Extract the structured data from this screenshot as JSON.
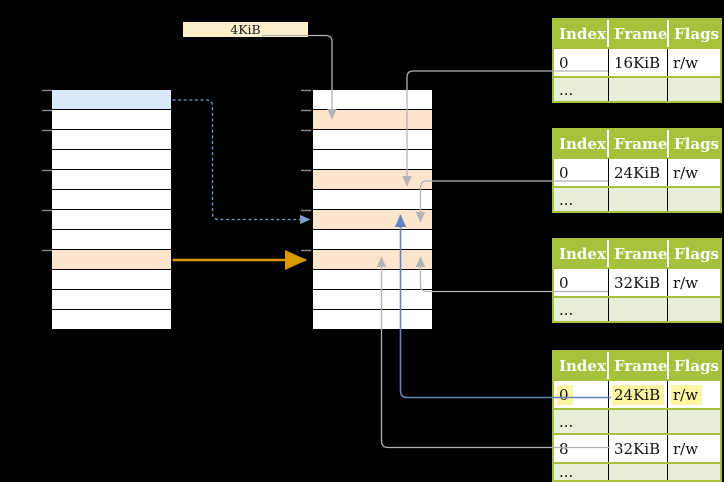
{
  "labels": {
    "page_size": "4KiB"
  },
  "memory_columns": {
    "left": {
      "row_count": 12,
      "highlight_rows": [
        {
          "index": 0,
          "color": "blue"
        },
        {
          "index": 8,
          "color": "orange"
        }
      ]
    },
    "middle": {
      "row_count": 12,
      "highlight_rows": [
        {
          "index": 1,
          "color": "orange"
        },
        {
          "index": 4,
          "color": "orange"
        },
        {
          "index": 6,
          "color": "orange"
        },
        {
          "index": 8,
          "color": "orange"
        }
      ]
    }
  },
  "page_tables": [
    {
      "headers": [
        "Index",
        "Frame",
        "Flags"
      ],
      "rows": [
        {
          "type": "data",
          "cells": [
            "0",
            "16KiB",
            "r/w"
          ]
        },
        {
          "type": "dots",
          "cells": [
            "...",
            "",
            ""
          ]
        }
      ]
    },
    {
      "headers": [
        "Index",
        "Frame",
        "Flags"
      ],
      "rows": [
        {
          "type": "data",
          "cells": [
            "0",
            "24KiB",
            "r/w"
          ]
        },
        {
          "type": "dots",
          "cells": [
            "...",
            "",
            ""
          ]
        }
      ]
    },
    {
      "headers": [
        "Index",
        "Frame",
        "Flags"
      ],
      "rows": [
        {
          "type": "data",
          "cells": [
            "0",
            "32KiB",
            "r/w"
          ]
        },
        {
          "type": "dots",
          "cells": [
            "...",
            "",
            ""
          ]
        }
      ]
    },
    {
      "headers": [
        "Index",
        "Frame",
        "Flags"
      ],
      "rows": [
        {
          "type": "data",
          "highlighted": true,
          "cells": [
            "0",
            "24KiB",
            "r/w"
          ]
        },
        {
          "type": "dots",
          "cells": [
            "...",
            "",
            ""
          ]
        },
        {
          "type": "data",
          "cells": [
            "8",
            "32KiB",
            "r/w"
          ]
        },
        {
          "type": "dots",
          "cells": [
            "...",
            "",
            ""
          ]
        }
      ]
    }
  ],
  "colors": {
    "header_green": "#a6c23c",
    "dots_green": "#e8eed8",
    "row_blue": "#dae8fc",
    "row_orange": "#fce5cd",
    "label_box": "#fbeeca",
    "highlight_yellow": "#fdf6a3",
    "arrow_gray": "#b3b3b3",
    "arrow_blue": "#6583c1",
    "arrow_blue_dashed": "#7e9ccd",
    "arrow_orange": "#d79b00",
    "tick_gray": "#8a8a8a"
  }
}
